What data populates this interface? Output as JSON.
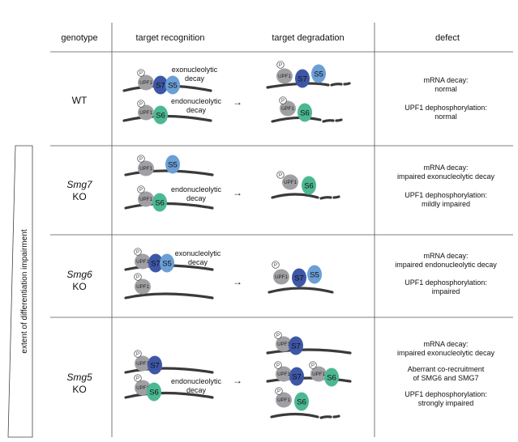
{
  "headers": {
    "genotype": "genotype",
    "recognition": "target recognition",
    "degradation": "target degradation",
    "defect": "defect"
  },
  "side_label": "extent of differentiation impairment",
  "labels": {
    "p": "P",
    "upf1": "UPF1",
    "s5": "S5",
    "s6": "S6",
    "s7": "S7",
    "arrow": "→"
  },
  "colors": {
    "upf1": "#a0a0a4",
    "s5": "#6b9fd6",
    "s6": "#4cb892",
    "s7": "#3d57a6",
    "rna": "#3a3a3a",
    "grid": "#555555"
  },
  "rows": [
    {
      "genotype_italic": "",
      "genotype": "WT",
      "recognition_notes": [
        "exonucleolytic",
        "decay",
        "endonucleolytic",
        "decay"
      ],
      "defects": [
        "mRNA decay:",
        "normal",
        "UPF1 dephosphorylation:",
        "normal"
      ]
    },
    {
      "genotype_italic": "Smg7",
      "genotype": "KO",
      "recognition_notes": [
        "endonucleolytic",
        "decay"
      ],
      "defects": [
        "mRNA decay:",
        "impaired exonucleolytic decay",
        "UPF1 dephosphorylation:",
        "mildly impaired"
      ]
    },
    {
      "genotype_italic": "Smg6",
      "genotype": "KO",
      "recognition_notes": [
        "exonucleolytic",
        "decay"
      ],
      "defects": [
        "mRNA decay:",
        "impaired endonucleolytic decay",
        "UPF1 dephosphorylation:",
        "impaired"
      ]
    },
    {
      "genotype_italic": "Smg5",
      "genotype": "KO",
      "recognition_notes": [
        "endonucleolytic",
        "decay"
      ],
      "defects": [
        "mRNA decay:",
        "impaired exonucleolytic decay",
        "Aberrant co-recruitment",
        "of SMG6 and SMG7",
        "UPF1 dephosphorylation:",
        "strongly impaired"
      ]
    }
  ]
}
